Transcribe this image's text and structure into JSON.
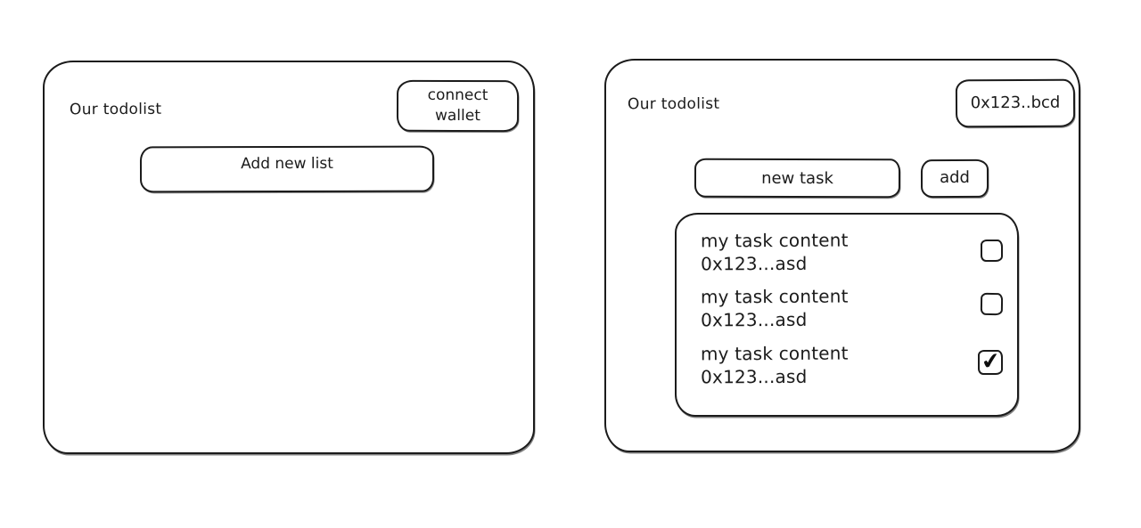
{
  "app": {
    "background": "#ffffff",
    "ink": "#1b1b1b"
  },
  "left_panel": {
    "title": "Our todolist",
    "connect_wallet_label": "connect wallet",
    "add_new_list_label": "Add new list"
  },
  "right_panel": {
    "title": "Our todolist",
    "wallet_address": "0x123..bcd",
    "new_task_value": "new task",
    "add_button_label": "add",
    "tasks": [
      {
        "content": "my task content",
        "address": "0x123...asd",
        "checked": false,
        "check_glyph": ""
      },
      {
        "content": "my task content",
        "address": "0x123...asd",
        "checked": false,
        "check_glyph": ""
      },
      {
        "content": "my task content",
        "address": "0x123...asd",
        "checked": true,
        "check_glyph": "✔"
      }
    ]
  }
}
